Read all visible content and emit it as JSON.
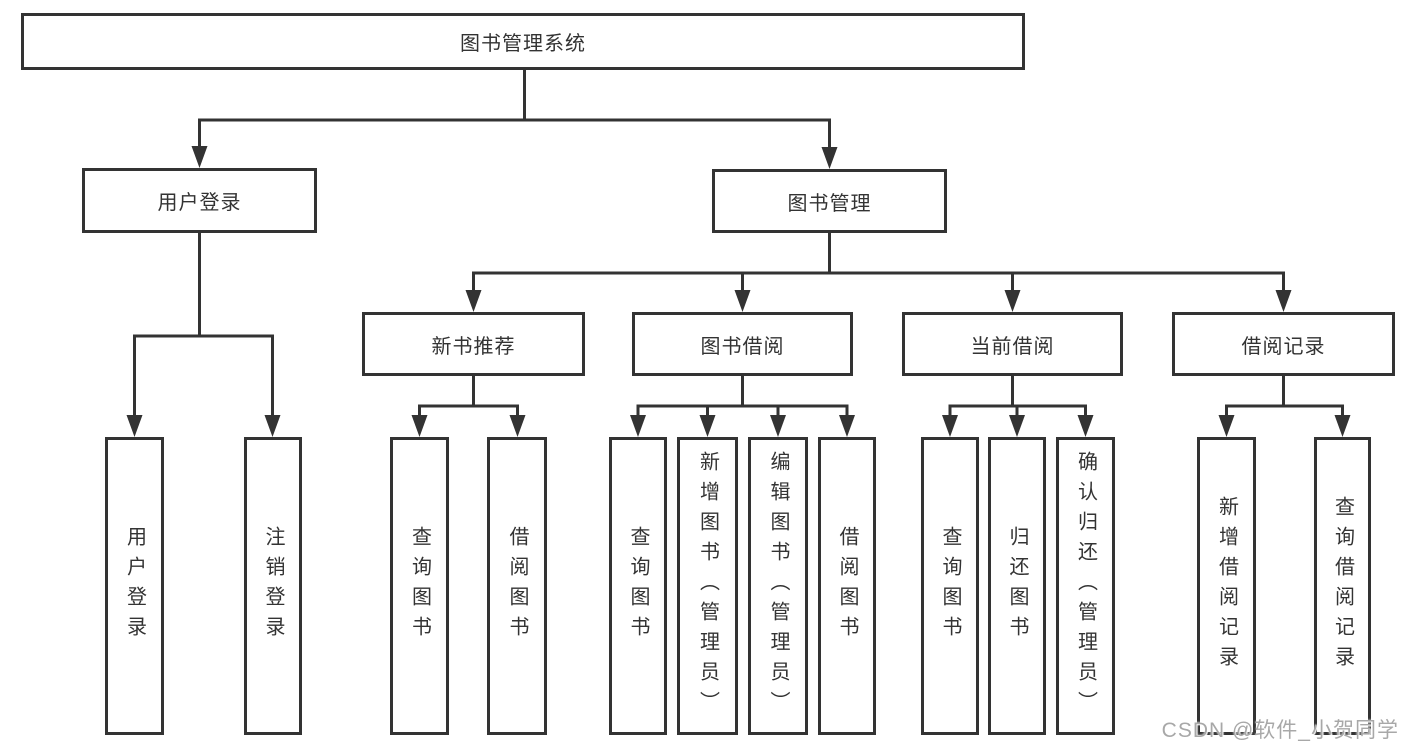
{
  "diagram": {
    "root": {
      "label": "图书管理系统"
    },
    "level2": [
      {
        "label": "用户登录"
      },
      {
        "label": "图书管理"
      }
    ],
    "level3": [
      {
        "label": "新书推荐"
      },
      {
        "label": "图书借阅"
      },
      {
        "label": "当前借阅"
      },
      {
        "label": "借阅记录"
      }
    ],
    "leaves": {
      "user_login": [
        "用户登录",
        "注销登录"
      ],
      "new_book": [
        "查询图书",
        "借阅图书"
      ],
      "book_borrow": [
        "查询图书",
        "新增图书（管理员）",
        "编辑图书（管理员）",
        "借阅图书"
      ],
      "current_borrow": [
        "查询图书",
        "归还图书",
        "确认归还（管理员）"
      ],
      "borrow_record": [
        "新增借阅记录",
        "查询借阅记录"
      ]
    }
  },
  "watermark": "CSDN @软件_小贺同学",
  "colors": {
    "line": "#333333",
    "text": "#333333",
    "watermark": "#a8a8a8",
    "background": "#ffffff"
  }
}
